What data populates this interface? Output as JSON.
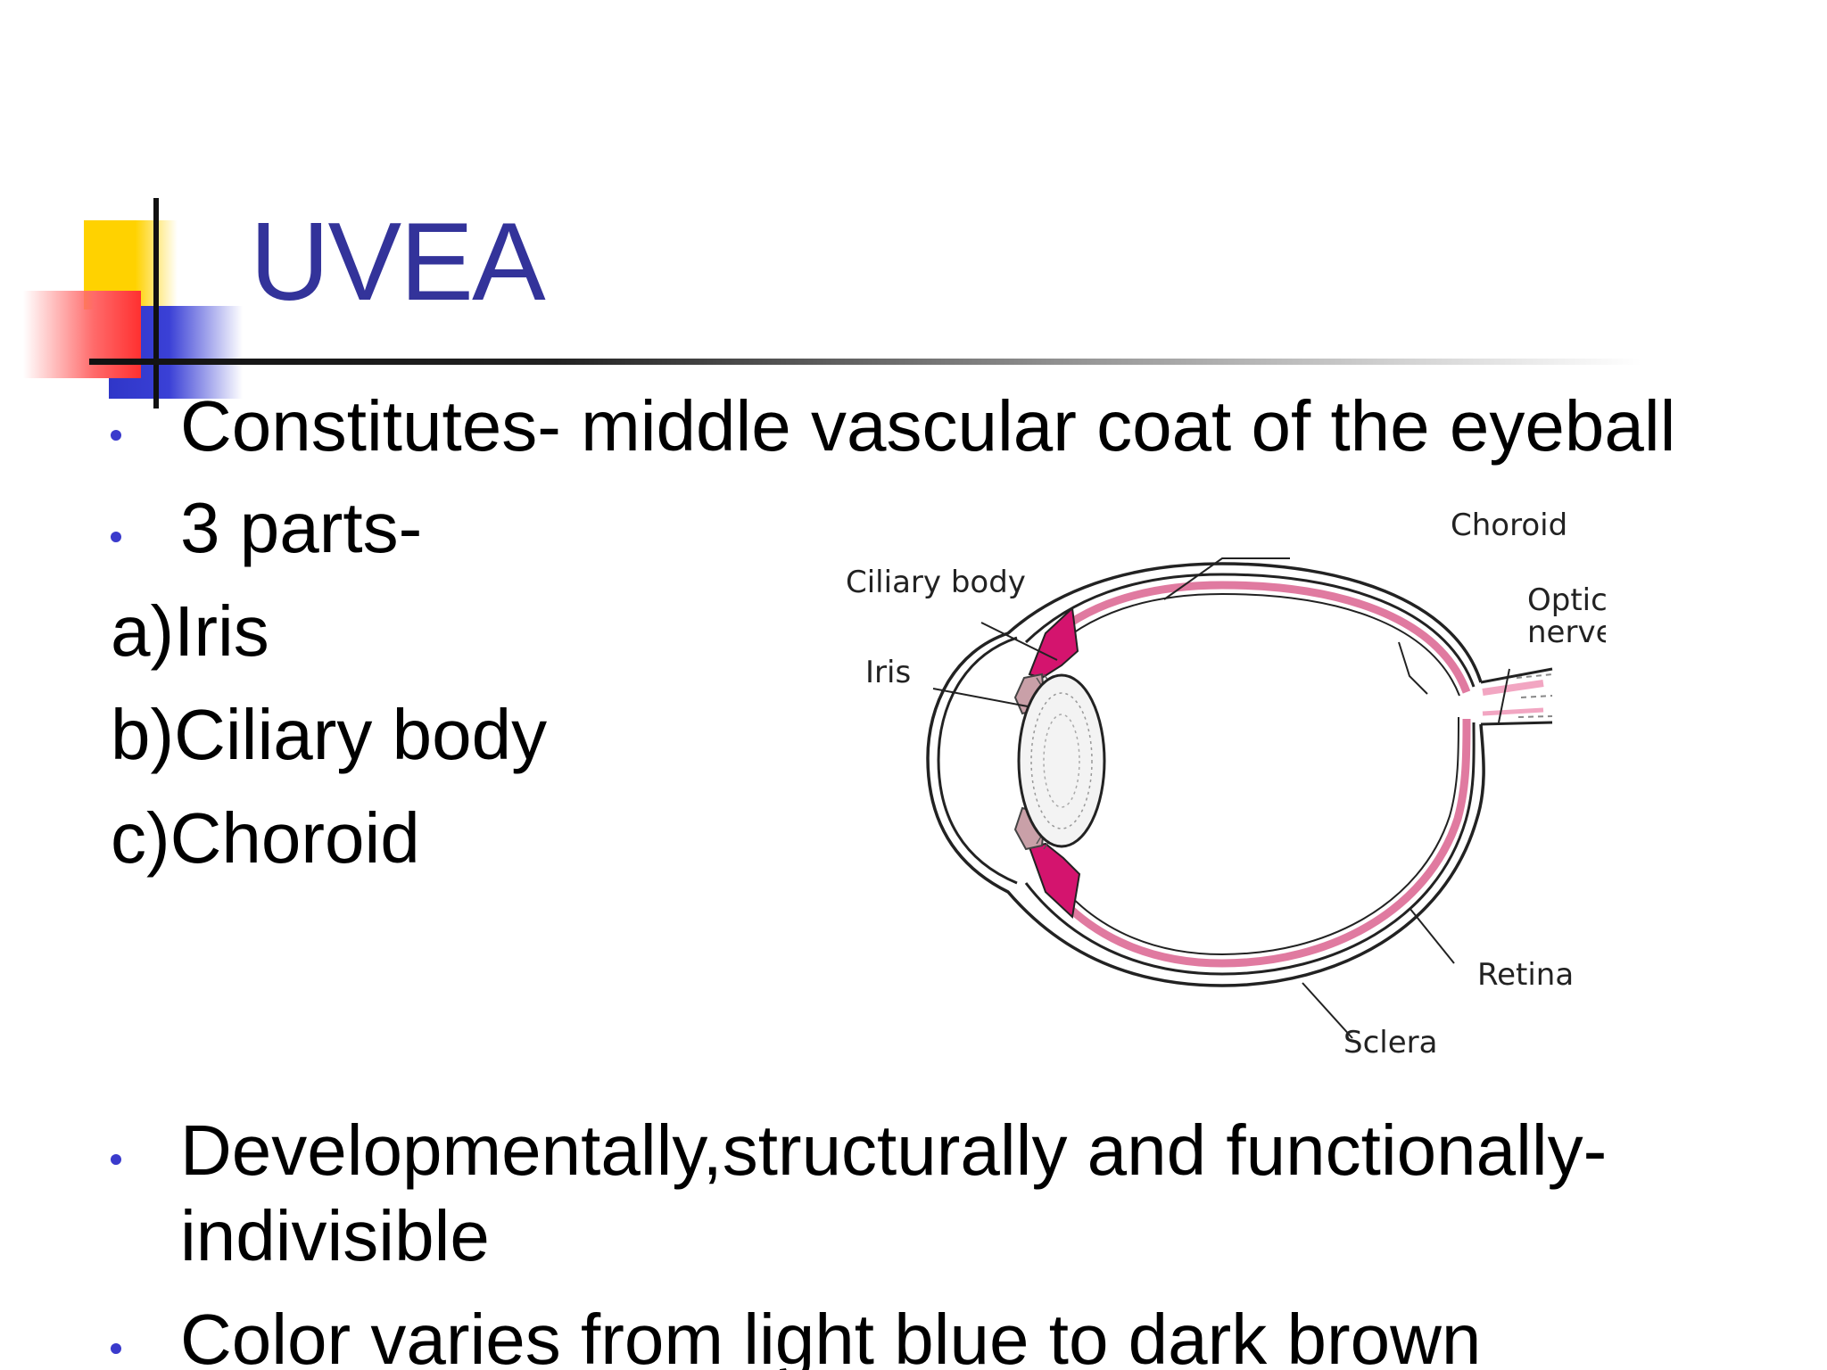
{
  "slide": {
    "title": "UVEA",
    "bullets_top": [
      "Constitutes- middle vascular coat of the eyeball",
      "3 parts-"
    ],
    "parts": [
      "a)Iris",
      "b)Ciliary body",
      "c)Choroid"
    ],
    "bullets_bottom": [
      [
        "Developmentally,structurally and functionally-",
        "indivisible"
      ],
      [
        "Color varies from light blue to dark brown"
      ]
    ],
    "colors": {
      "title": "#33339a",
      "bullet": "#3a3acc",
      "choroid": "#e07aa0",
      "ciliary": "#d4146e"
    }
  },
  "diagram": {
    "labels": {
      "choroid": "Choroid",
      "ciliary_body": "Ciliary body",
      "optic": "Optic",
      "nerve": "nerve",
      "iris": "Iris",
      "retina": "Retina",
      "sclera": "Sclera"
    }
  }
}
